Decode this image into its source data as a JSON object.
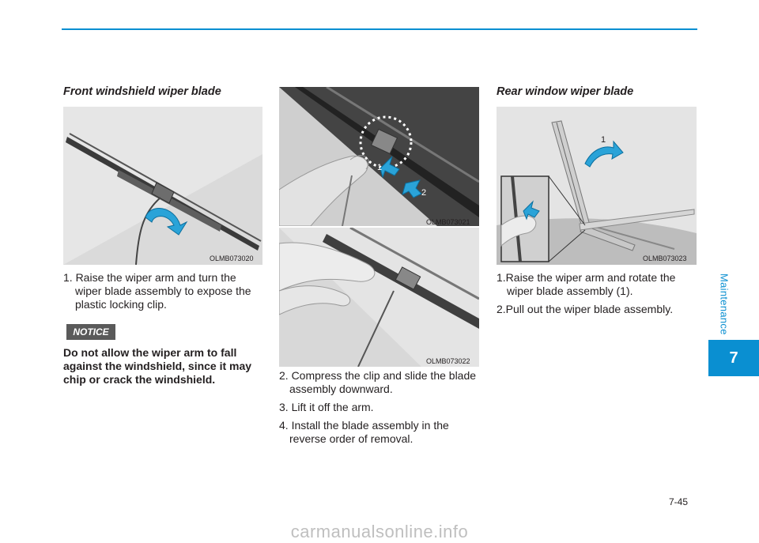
{
  "header": {
    "accent_color": "#0a8fd1"
  },
  "side_tab": {
    "label": "Maintenance",
    "chapter": "7"
  },
  "front": {
    "title": "Front windshield wiper blade",
    "figure_code": "OLMB073020",
    "steps": [
      "1. Raise the wiper arm and turn the wiper blade assembly to expose the plastic locking clip."
    ],
    "notice_label": "NOTICE",
    "notice_text": "Do not allow the wiper arm to fall against the windshield, since it may chip or crack the windshield."
  },
  "middle": {
    "figure1_code": "OLMB073021",
    "figure1_callouts": [
      "1",
      "2"
    ],
    "figure2_code": "OLMB073022",
    "steps": [
      "2. Compress the clip and slide the blade assembly downward.",
      "3. Lift it off the arm.",
      "4. Install the blade assembly in the reverse order of removal."
    ]
  },
  "rear": {
    "title": "Rear window wiper blade",
    "figure_code": "OLMB073023",
    "figure_callout": "1",
    "steps": [
      "1.Raise the wiper arm and rotate the wiper blade assembly (1).",
      "2.Pull out the wiper blade assembly."
    ]
  },
  "page_number": "7-45",
  "watermark": "carmanualsonline.info"
}
